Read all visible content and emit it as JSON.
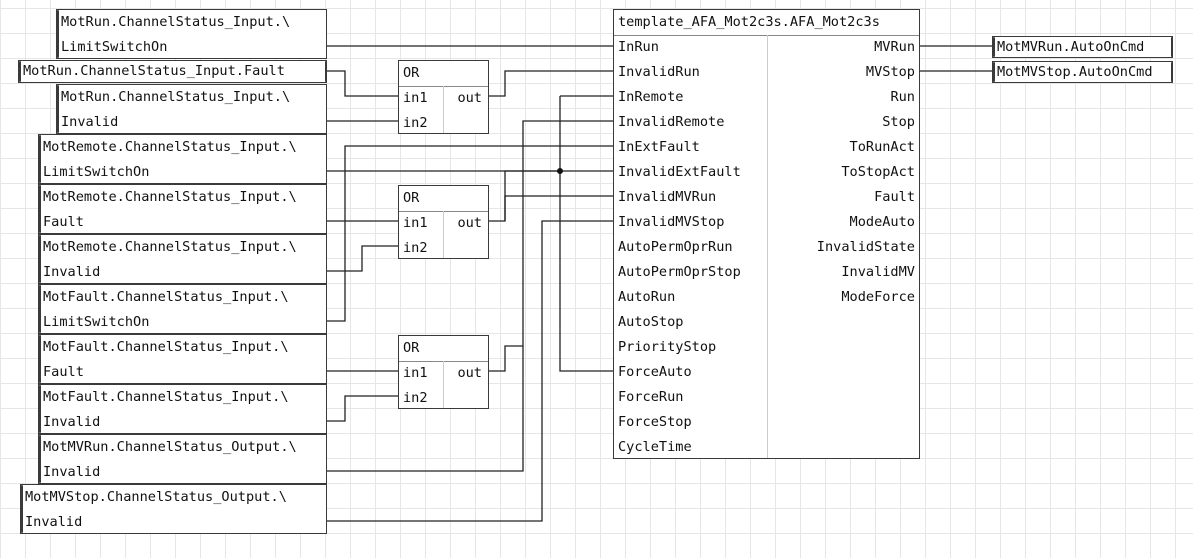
{
  "input_tags": [
    {
      "line1": "MotRun.ChannelStatus_Input.\\",
      "line2": "LimitSwitchOn"
    },
    {
      "line1": "MotRun.ChannelStatus_Input.Fault"
    },
    {
      "line1": "MotRun.ChannelStatus_Input.\\",
      "line2": "Invalid"
    },
    {
      "line1": "MotRemote.ChannelStatus_Input.\\",
      "line2": "LimitSwitchOn"
    },
    {
      "line1": "MotRemote.ChannelStatus_Input.\\",
      "line2": "Fault"
    },
    {
      "line1": "MotRemote.ChannelStatus_Input.\\",
      "line2": "Invalid"
    },
    {
      "line1": "MotFault.ChannelStatus_Input.\\",
      "line2": "LimitSwitchOn"
    },
    {
      "line1": "MotFault.ChannelStatus_Input.\\",
      "line2": "Fault"
    },
    {
      "line1": "MotFault.ChannelStatus_Input.\\",
      "line2": "Invalid"
    },
    {
      "line1": "MotMVRun.ChannelStatus_Output.\\",
      "line2": "Invalid"
    },
    {
      "line1": "MotMVStop.ChannelStatus_Output.\\",
      "line2": "Invalid"
    }
  ],
  "or_blocks": [
    {
      "title": "OR",
      "in1": "in1",
      "in2": "in2",
      "out": "out"
    },
    {
      "title": "OR",
      "in1": "in1",
      "in2": "in2",
      "out": "out"
    },
    {
      "title": "OR",
      "in1": "in1",
      "in2": "in2",
      "out": "out"
    }
  ],
  "function_block": {
    "title": "template_AFA_Mot2c3s.AFA_Mot2c3s",
    "inputs": [
      "InRun",
      "InvalidRun",
      "InRemote",
      "InvalidRemote",
      "InExtFault",
      "InvalidExtFault",
      "InvalidMVRun",
      "InvalidMVStop",
      "AutoPermOprRun",
      "AutoPermOprStop",
      "AutoRun",
      "AutoStop",
      "PriorityStop",
      "ForceAuto",
      "ForceRun",
      "ForceStop",
      "CycleTime"
    ],
    "outputs": [
      "MVRun",
      "MVStop",
      "Run",
      "Stop",
      "ToRunAct",
      "ToStopAct",
      "Fault",
      "ModeAuto",
      "InvalidState",
      "InvalidMV",
      "ModeForce"
    ]
  },
  "output_tags": [
    "MotMVRun.AutoOnCmd",
    "MotMVStop.AutoOnCmd"
  ]
}
